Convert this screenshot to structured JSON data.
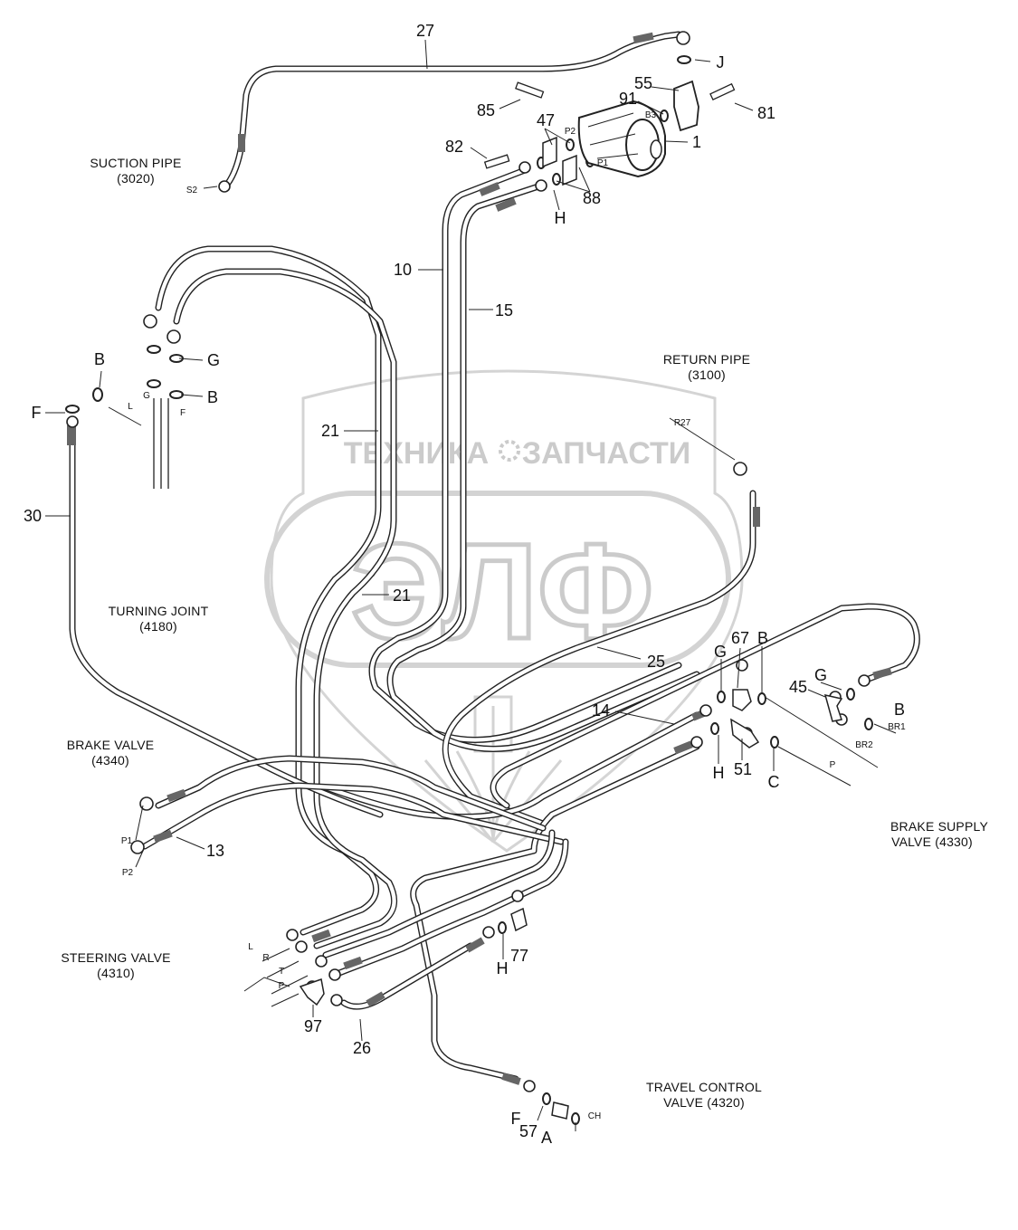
{
  "diagram": {
    "watermark": {
      "top_left": "ТЕХНИКА",
      "top_right": "ЗАПЧАСТИ",
      "main": "ЭЛФ",
      "color": "#c8c8c8"
    },
    "groups": {
      "suction": {
        "line1": "SUCTION PIPE",
        "line2": "(3020)"
      },
      "return": {
        "line1": "RETURN PIPE",
        "line2": "(3100)"
      },
      "turning": {
        "line1": "TURNING JOINT",
        "line2": "(4180)"
      },
      "brake_valve": {
        "line1": "BRAKE VALVE",
        "line2": "(4340)"
      },
      "brake_supply": {
        "line1": "BRAKE SUPPLY",
        "line2": "VALVE (4330)"
      },
      "steering": {
        "line1": "STEERING VALVE",
        "line2": "(4310)"
      },
      "travel": {
        "line1": "TRAVEL CONTROL",
        "line2": "VALVE (4320)"
      }
    },
    "callouts": {
      "c27": "27",
      "cJ": "J",
      "c55": "55",
      "c91": "91",
      "c85": "85",
      "c81": "81",
      "c47": "47",
      "c1": "1",
      "c82": "82",
      "c88": "88",
      "cH_top": "H",
      "c10": "10",
      "c15": "15",
      "cG_top": "G",
      "cB_left": "B",
      "cB_mid": "B",
      "cF_left": "F",
      "c21_a": "21",
      "c21_b": "21",
      "c30": "30",
      "c25": "25",
      "cG_right": "G",
      "c67": "67",
      "cB_right": "B",
      "c45": "45",
      "cG_far": "G",
      "c14": "14",
      "cB_far": "B",
      "cH_mid": "H",
      "c51": "51",
      "cC": "C",
      "c13": "13",
      "cH_low": "H",
      "c77": "77",
      "c97": "97",
      "c26": "26",
      "cF_low": "F",
      "c57": "57",
      "cA": "A"
    },
    "ports": {
      "S2": "S2",
      "B3": "B3",
      "P2": "P2",
      "P1": "P1",
      "R27": "R27",
      "L": "L",
      "G": "G",
      "F": "F",
      "BR1": "BR1",
      "BR2": "BR2",
      "P": "P",
      "bv_P1": "P1",
      "bv_P2": "P2",
      "sv_L": "L",
      "sv_R": "R",
      "sv_T": "T",
      "sv_P": "P",
      "CH": "CH"
    }
  }
}
